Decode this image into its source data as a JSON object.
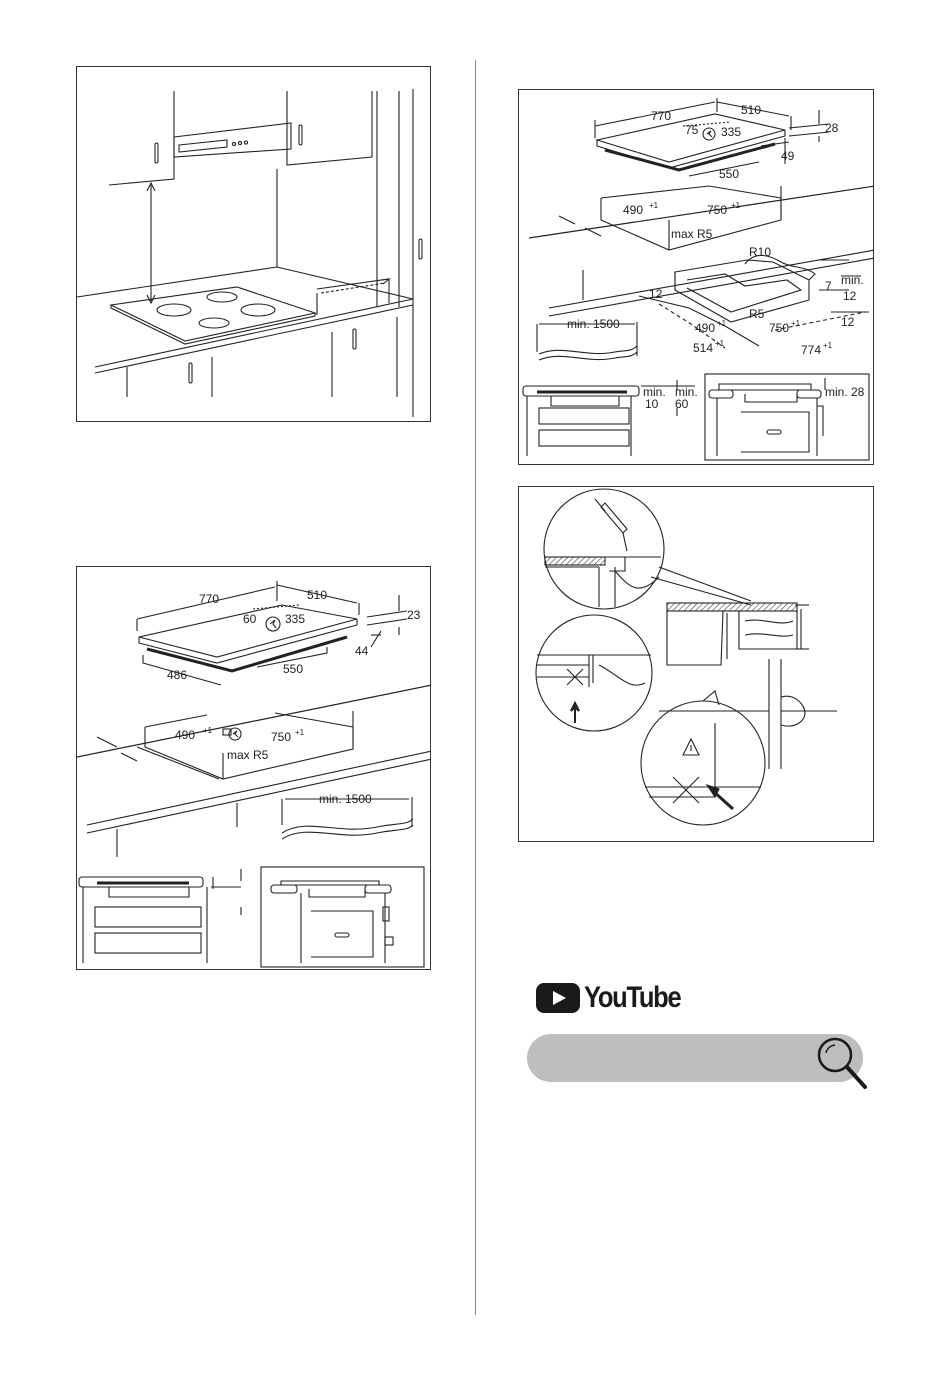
{
  "panel_hood": {
    "icons": [
      "cooker-hood-illustration"
    ]
  },
  "panel_hob_86": {
    "dims": {
      "width": "770",
      "depth": "510",
      "d60": "60",
      "d335": "335",
      "h23": "23",
      "h44": "44",
      "d486": "486",
      "d550": "550",
      "cut_depth": "490",
      "cut_width": "750",
      "tol": "+1",
      "radius": "max R5",
      "cable": "min. 1500"
    }
  },
  "panel_hob_right": {
    "dims": {
      "width": "770",
      "depth": "510",
      "d75": "75",
      "d335": "335",
      "h28": "28",
      "h49": "49",
      "d550": "550",
      "cut_depth": "490",
      "cut_width": "750",
      "tol": "+1",
      "radius": "max R5",
      "r10": "R10",
      "r5": "R5",
      "d12a": "12",
      "min7": "7",
      "min_label": "min.",
      "d12b": "12",
      "d12c": "12",
      "frame_depth": "490",
      "frame_width": "750",
      "d514": "514",
      "d774": "774",
      "cable": "min. 1500",
      "min_a": "min.",
      "min_a_val": "10",
      "min_b": "min.",
      "min_b_val": "60",
      "min28": "min. 28"
    }
  },
  "panel_sealing": {
    "icons": [
      "sealant-gun-icon",
      "warning-triangle-icon",
      "cross-icon",
      "arrow-icon"
    ]
  },
  "youtube": {
    "wordmark": "YouTube"
  },
  "search": {
    "placeholder": ""
  }
}
